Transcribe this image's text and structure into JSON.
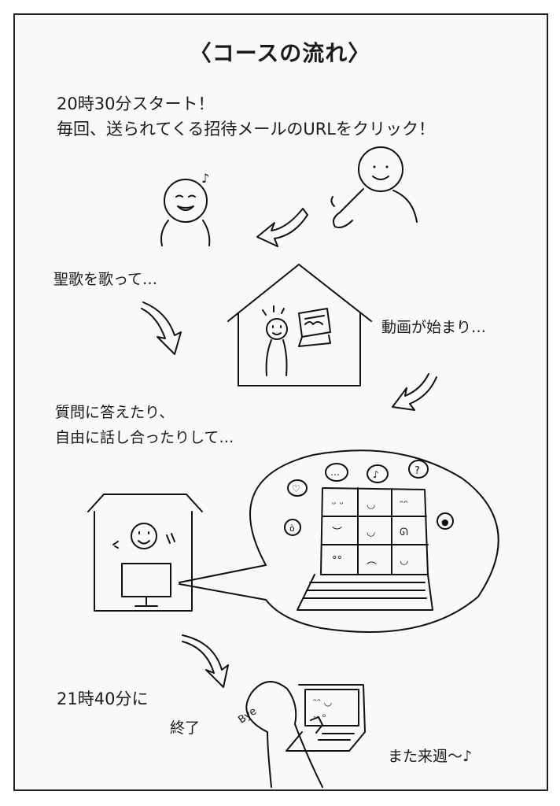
{
  "title": "〈コースの流れ〉",
  "steps": {
    "start_time": "20時30分スタート！",
    "click_url": "毎回、送られてくる招待メールのURLをクリック！",
    "sing": "聖歌を歌って…",
    "video": "動画が始まり…",
    "discuss_1": "質問に答えたり、",
    "discuss_2": "自由に話し合ったりして…",
    "end_time": "21時40分に",
    "end": "終了",
    "see_you": "また来週～♪"
  },
  "illustration": {
    "bye_label": "Bye"
  }
}
